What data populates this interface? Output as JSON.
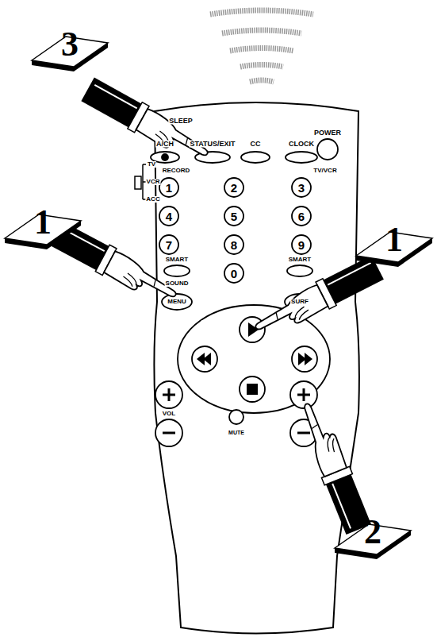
{
  "diagram": {
    "labels": [
      "3",
      "SLEEP",
      "POWER",
      "A/CH",
      "STATUS/EXIT",
      "CC",
      "CLOCK",
      "TV",
      "RECORD",
      "TV/VCR",
      "1",
      "2",
      "3",
      "VCR",
      "4",
      "5",
      "6",
      "ACC",
      "7",
      "8",
      "9",
      "SMART",
      "SMART",
      "0",
      "1",
      "1",
      "SOUND",
      "MENU",
      "SURF",
      "VOL",
      "MUTE",
      "2"
    ]
  }
}
